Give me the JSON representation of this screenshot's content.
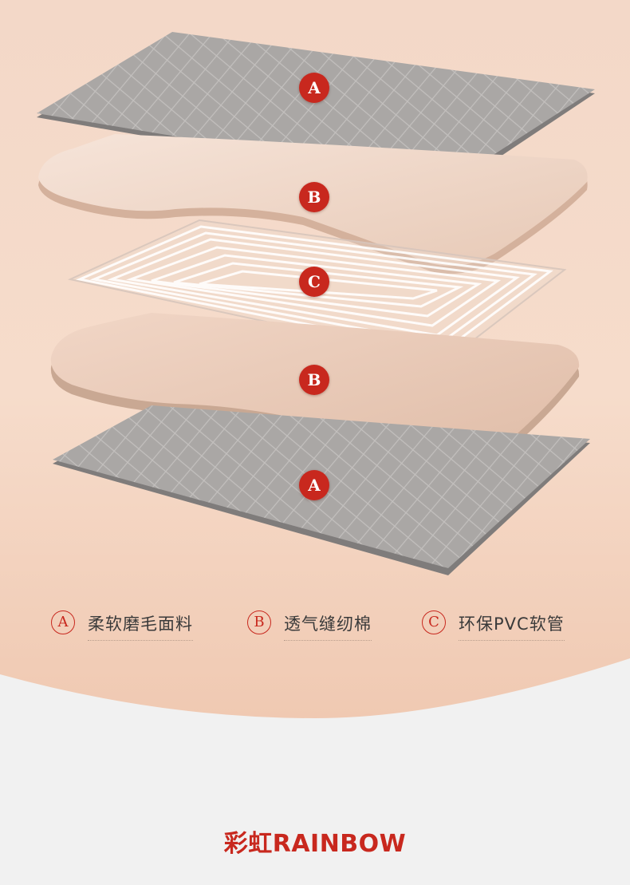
{
  "layers": [
    {
      "badge": "A"
    },
    {
      "badge": "B"
    },
    {
      "badge": "C"
    },
    {
      "badge": "B"
    },
    {
      "badge": "A"
    }
  ],
  "legend": [
    {
      "letter": "A",
      "label": "柔软磨毛面料"
    },
    {
      "letter": "B",
      "label": "透气缝纫棉"
    },
    {
      "letter": "C",
      "label": "环保PVC软管"
    }
  ],
  "brand": {
    "text": "彩虹RAINBOW"
  },
  "colors": {
    "accent": "#c8281e",
    "peach": "#f2d3c0",
    "felt": "#a9a6a4",
    "foam": "#ecd3c3"
  }
}
